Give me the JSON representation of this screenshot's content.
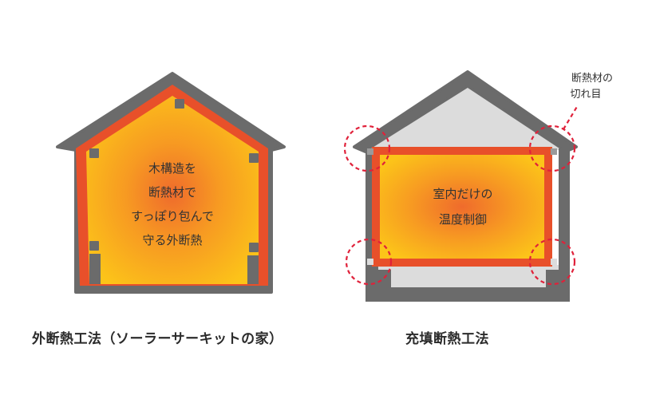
{
  "left_house": {
    "inner_text": [
      "木構造を",
      "断熱材で",
      "すっぽり包んで",
      "守る外断熱"
    ],
    "caption": "外断熱工法（ソーラーサーキットの家）"
  },
  "right_house": {
    "inner_text": [
      "室内だけの",
      "温度制御"
    ],
    "caption": "充填断熱工法",
    "callout": [
      "断熱材の",
      "切れ目"
    ]
  },
  "colors": {
    "structure": "#6b6b6b",
    "insulation": "#e8502a",
    "warm_center": "#f0702a",
    "warm_edge": "#fcc419",
    "attic": "#dcdcdc",
    "gap_marker": "#e0213a"
  }
}
